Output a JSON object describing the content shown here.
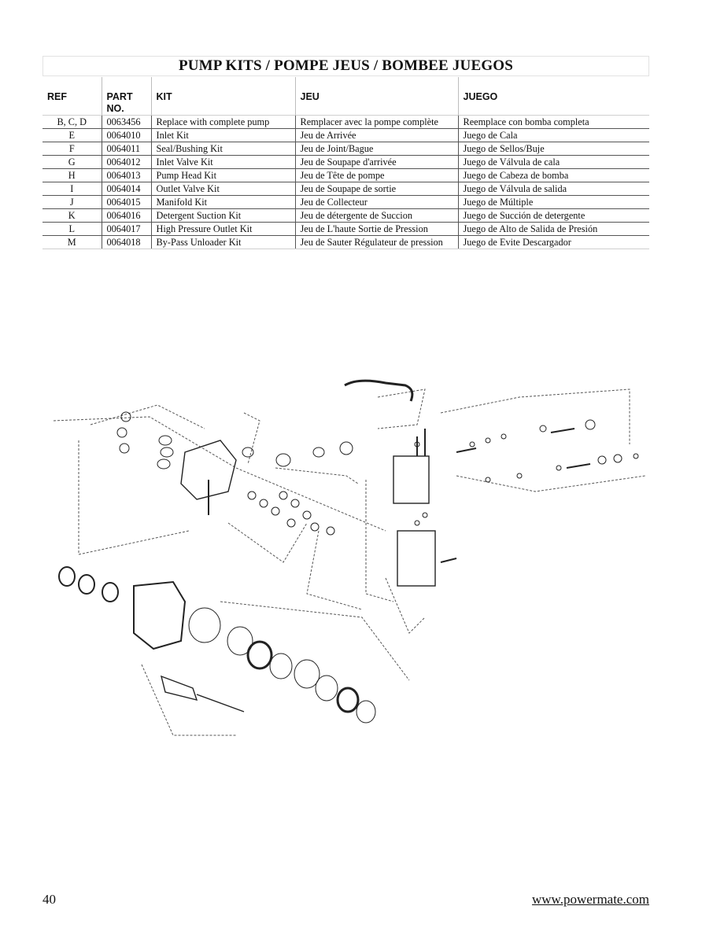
{
  "title": "PUMP KITS / POMPE JEUS / BOMBEE JUEGOS",
  "columns": [
    "REF",
    "PART\nNO.",
    "KIT",
    "JEU",
    "JUEGO"
  ],
  "rows": [
    {
      "ref": "B, C, D",
      "part": "0063456",
      "kit": "Replace with complete pump",
      "jeu": "Remplacer avec la pompe complète",
      "juego": "Reemplace con bomba completa"
    },
    {
      "ref": "E",
      "part": "0064010",
      "kit": "Inlet Kit",
      "jeu": "Jeu de Arrivée",
      "juego": "Juego de Cala"
    },
    {
      "ref": "F",
      "part": "0064011",
      "kit": "Seal/Bushing Kit",
      "jeu": "Jeu de Joint/Bague",
      "juego": "Juego de Sellos/Buje"
    },
    {
      "ref": "G",
      "part": "0064012",
      "kit": "Inlet Valve Kit",
      "jeu": "Jeu de Soupape d'arrivée",
      "juego": "Juego de Válvula de cala"
    },
    {
      "ref": "H",
      "part": "0064013",
      "kit": "Pump Head Kit",
      "jeu": "Jeu de Tête de pompe",
      "juego": "Juego de Cabeza de bomba"
    },
    {
      "ref": "I",
      "part": "0064014",
      "kit": "Outlet Valve Kit",
      "jeu": "Jeu de Soupape de sortie",
      "juego": "Juego de Válvula de salida"
    },
    {
      "ref": "J",
      "part": "0064015",
      "kit": "Manifold Kit",
      "jeu": "Jeu de Collecteur",
      "juego": "Juego de Múltiple"
    },
    {
      "ref": "K",
      "part": "0064016",
      "kit": "Detergent Suction Kit",
      "jeu": "Jeu de détergente de Succion",
      "juego": "Juego de Succión de detergente"
    },
    {
      "ref": "L",
      "part": "0064017",
      "kit": "High Pressure Outlet Kit",
      "jeu": "Jeu de L'haute Sortie de Pression",
      "juego": "Juego de Alto de Salida de Presión"
    },
    {
      "ref": "M",
      "part": "0064018",
      "kit": "By-Pass Unloader Kit",
      "jeu": "Jeu de Sauter Régulateur de pression",
      "juego": "Juego de Evite Descargador"
    }
  ],
  "footer": {
    "page": "40",
    "website": "www.powermate.com"
  }
}
